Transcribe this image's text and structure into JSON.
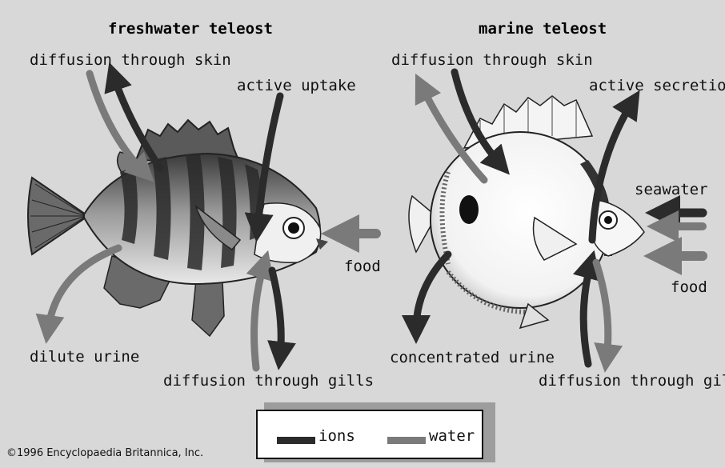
{
  "titles": {
    "left": "freshwater teleost",
    "right": "marine teleost"
  },
  "freshwater": {
    "skin": "diffusion through skin",
    "uptake": "active uptake",
    "food": "food",
    "urine": "dilute urine",
    "gills": "diffusion through gills"
  },
  "marine": {
    "skin": "diffusion through skin",
    "secretion": "active secretion",
    "seawater": "seawater",
    "food": "food",
    "urine": "concentrated urine",
    "gills": "diffusion through gills"
  },
  "legend": {
    "ions": "ions",
    "water": "water"
  },
  "colors": {
    "ions": "#2b2b2b",
    "water": "#7a7a7a",
    "background": "#d8d8d8"
  },
  "copyright": "©1996 Encyclopaedia Britannica, Inc."
}
